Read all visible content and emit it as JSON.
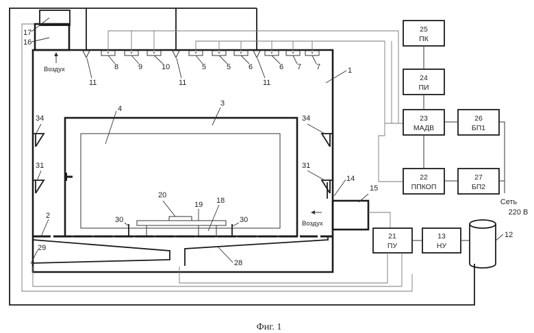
{
  "caption": "Фиг. 1",
  "air_labels": [
    "Воздух",
    "Воздух"
  ],
  "mains": [
    "Сеть",
    "220 В"
  ],
  "boxes": {
    "b25": [
      "25",
      "ПК"
    ],
    "b24": [
      "24",
      "ПИ"
    ],
    "b23": [
      "23",
      "МАДВ"
    ],
    "b26": [
      "26",
      "БП1"
    ],
    "b22": [
      "22",
      "ППКОП"
    ],
    "b27": [
      "27",
      "БП2"
    ],
    "b21": [
      "21",
      "ПУ"
    ],
    "b13": [
      "13",
      "НУ"
    ]
  },
  "numbers": {
    "n1": "1",
    "n2": "2",
    "n3": "3",
    "n4": "4",
    "n5a": "5",
    "n5b": "5",
    "n6a": "6",
    "n6b": "6",
    "n7a": "7",
    "n7b": "7",
    "n8": "8",
    "n9": "9",
    "n10": "10",
    "n11a": "11",
    "n11b": "11",
    "n11c": "11",
    "n12": "12",
    "n14": "14",
    "n15": "15",
    "n16": "16",
    "n17": "17",
    "n18": "18",
    "n19": "19",
    "n20": "20",
    "n28": "28",
    "n29": "29",
    "n30a": "30",
    "n30b": "30",
    "n31a": "31",
    "n31b": "31",
    "n34a": "34",
    "n34b": "34"
  }
}
